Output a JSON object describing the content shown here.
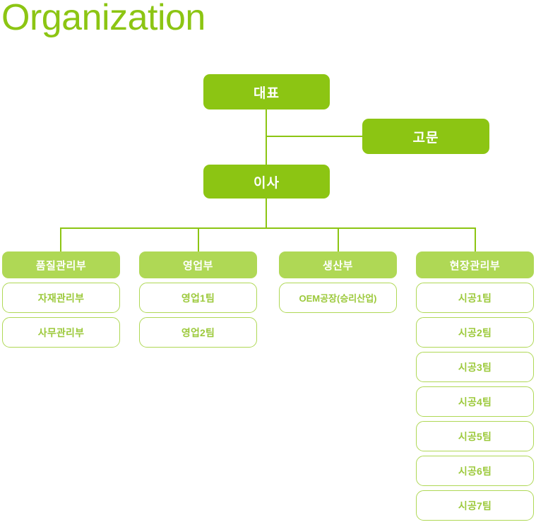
{
  "page": {
    "title": "Organization",
    "title_color": "#8CC513"
  },
  "theme": {
    "exec_fill": "#8CC513",
    "dept_head_fill": "#AFD855",
    "dept_item_border": "#AFD855",
    "dept_item_text": "#9CC93B",
    "line_color": "#8CC513",
    "box_text": "#FFFFFF"
  },
  "chart_data": {
    "type": "diagram",
    "title": "Organization",
    "executives": [
      {
        "id": "ceo",
        "label": "대표",
        "level": 0
      },
      {
        "id": "advisor",
        "label": "고문",
        "level": 1
      },
      {
        "id": "director",
        "label": "이사",
        "level": 2
      }
    ],
    "departments": [
      {
        "id": "quality",
        "label": "품질관리부",
        "items": [
          "자재관리부",
          "사무관리부"
        ]
      },
      {
        "id": "sales",
        "label": "영업부",
        "items": [
          "영업1팀",
          "영업2팀"
        ]
      },
      {
        "id": "production",
        "label": "생산부",
        "items": [
          "OEM공장(승리산업)"
        ]
      },
      {
        "id": "site",
        "label": "현장관리부",
        "items": [
          "시공1팀",
          "시공2팀",
          "시공3팀",
          "시공4팀",
          "시공5팀",
          "시공6팀",
          "시공7팀"
        ]
      }
    ]
  }
}
